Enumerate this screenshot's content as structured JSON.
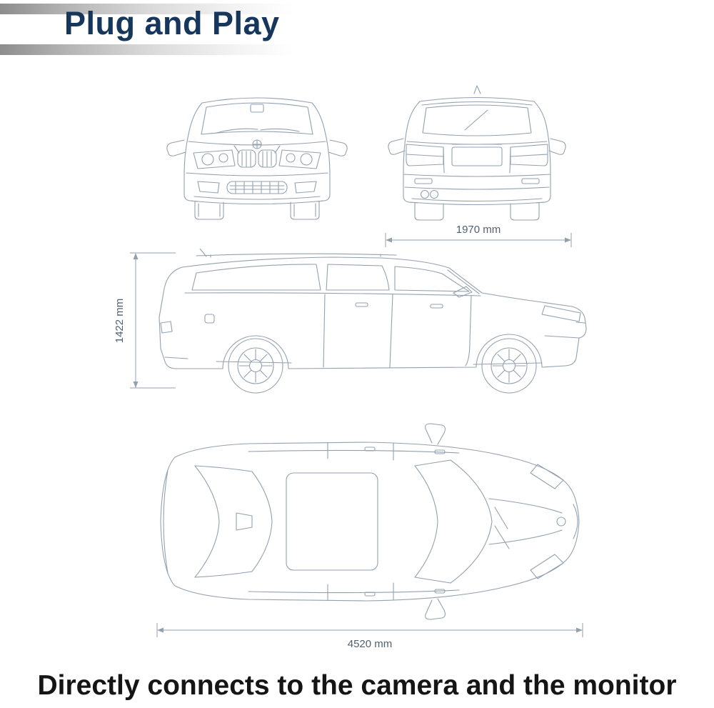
{
  "header": {
    "title": "Plug and Play"
  },
  "dimensions": {
    "rear_width": "1970 mm",
    "side_height": "1422 mm",
    "top_length": "4520 mm"
  },
  "footer": {
    "caption": "Directly connects to the camera and the monitor"
  },
  "colors": {
    "title_text": "#16365c",
    "line_art": "#93a1af",
    "dimension_text": "#50606e",
    "footer_text": "#151515",
    "strip_gradient_start": "#8d8d8d",
    "strip_gradient_end": "#ffffff"
  }
}
